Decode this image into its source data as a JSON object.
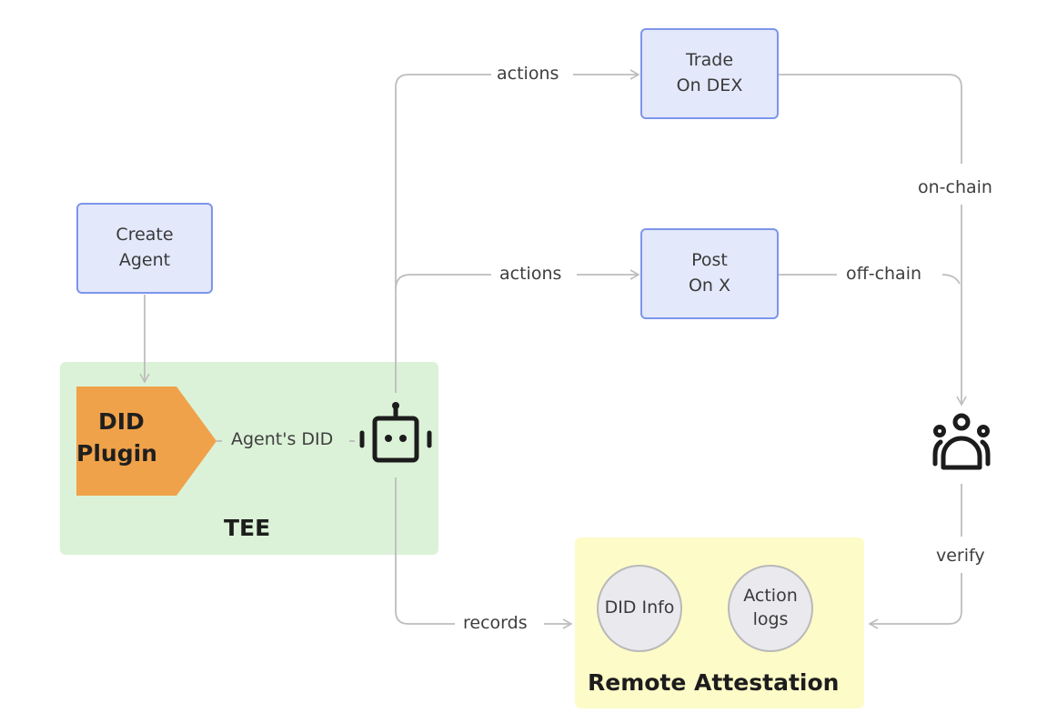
{
  "nodes": {
    "create_agent": {
      "line1": "Create",
      "line2": "Agent"
    },
    "did_plugin": {
      "line1": "DID",
      "line2": "Plugin"
    },
    "trade_on_dex": {
      "line1": "Trade",
      "line2": "On DEX"
    },
    "post_on_x": {
      "line1": "Post",
      "line2": "On X"
    },
    "did_info": {
      "line1": "DID Info"
    },
    "action_logs": {
      "line1": "Action",
      "line2": "logs"
    }
  },
  "regions": {
    "tee": "TEE",
    "remote_attestation": "Remote Attestation"
  },
  "edges": {
    "agents_did": "Agent's DID",
    "actions_top": "actions",
    "actions_mid": "actions",
    "on_chain": "on-chain",
    "off_chain": "off-chain",
    "verify": "verify",
    "records": "records"
  },
  "icons": {
    "agent": "robot-icon",
    "verifiers": "users-group-icon"
  },
  "colors": {
    "box_fill": "#e3e8fb",
    "box_border": "#7d95ea",
    "plugin_fill": "#f0a24a",
    "tee_fill": "#dcf2d8",
    "ra_fill": "#fdfbc8",
    "wire": "#bdbdbd"
  }
}
